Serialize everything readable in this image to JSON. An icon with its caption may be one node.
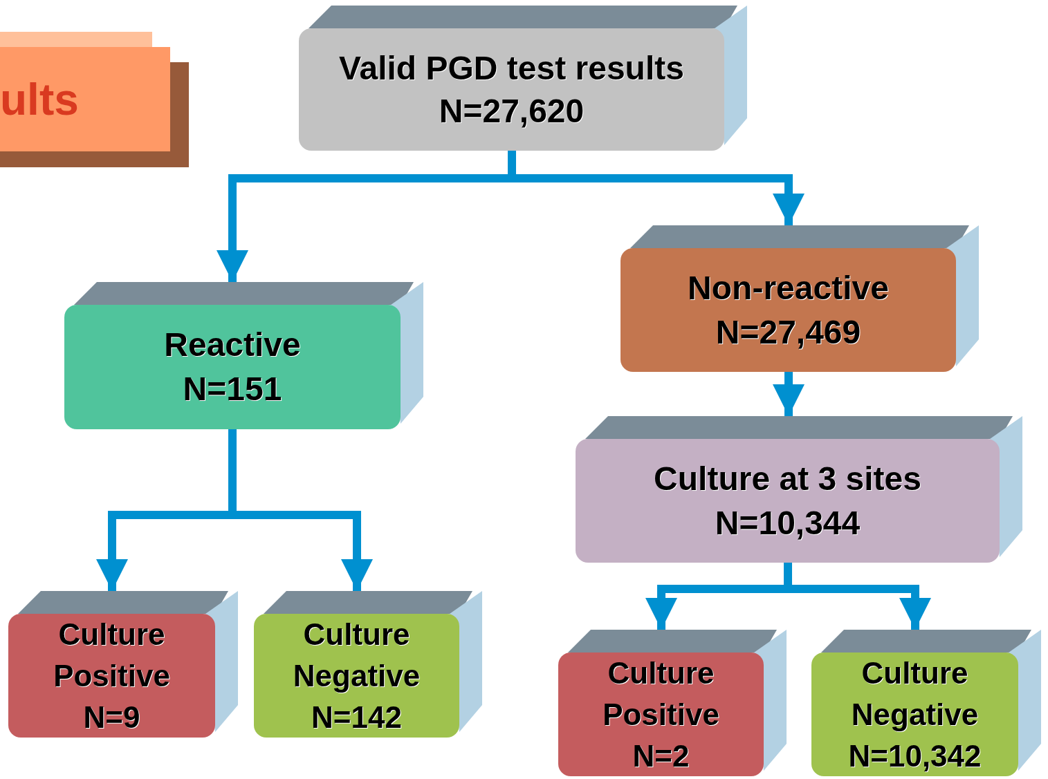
{
  "diagram": {
    "nodes": [
      {
        "text": [
          "ults"
        ]
      },
      {
        "text": [
          "Valid PGD test results",
          "N=27,620"
        ]
      },
      {
        "text": [
          "Reactive",
          "N=151"
        ]
      },
      {
        "text": [
          "Non-reactive",
          "N=27,469"
        ]
      },
      {
        "text": [
          "Culture at 3 sites",
          "N=10,344"
        ]
      },
      {
        "text": [
          "Culture Positive",
          "N=9"
        ]
      },
      {
        "text": [
          "Culture Negative",
          "N=142"
        ]
      },
      {
        "text": [
          "Culture Positive",
          "N=2"
        ]
      },
      {
        "text": [
          "Culture Negative",
          "N=10,342"
        ]
      }
    ],
    "edges": [
      {
        "from": 1,
        "to": 2,
        "arrow": "to"
      },
      {
        "from": 1,
        "to": 3,
        "arrow": "to"
      },
      {
        "from": 3,
        "to": 4,
        "arrow": "to"
      },
      {
        "from": 2,
        "to": 5,
        "arrow": "to"
      },
      {
        "from": 2,
        "to": 6,
        "arrow": "to"
      },
      {
        "from": 4,
        "to": 7,
        "arrow": "to"
      },
      {
        "from": 4,
        "to": 8,
        "arrow": "to"
      }
    ]
  }
}
